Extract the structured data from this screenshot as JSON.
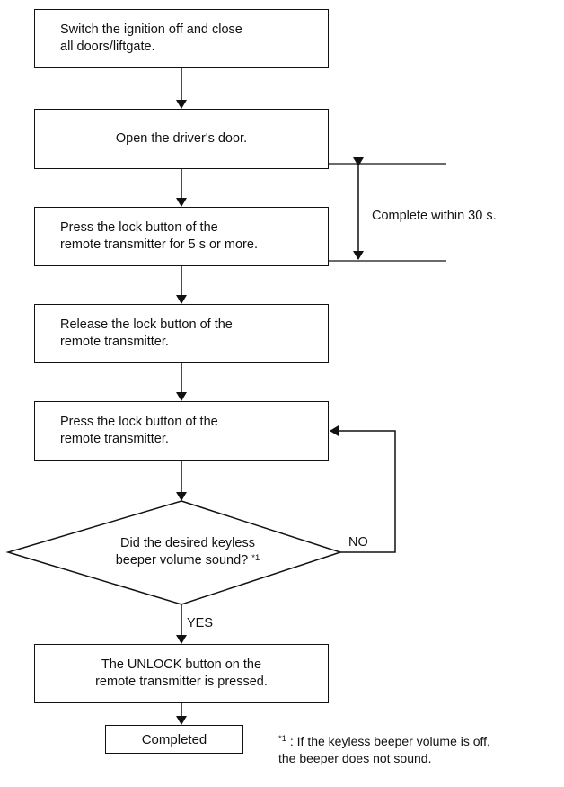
{
  "steps": {
    "step1": "Switch the ignition off and close\nall doors/liftgate.",
    "step2": "Open the driver's door.",
    "step3": "Press the lock button of the\nremote transmitter for 5 s or more.",
    "step4": "Release the lock button of the\nremote transmitter.",
    "step5": "Press the lock button of the\nremote transmitter.",
    "step6": "The UNLOCK button on the\nremote transmitter is pressed.",
    "end": "Completed"
  },
  "decision": {
    "question": "Did the desired keyless\nbeeper volume sound?",
    "footnote_mark": "*1",
    "no_label": "NO",
    "yes_label": "YES"
  },
  "timing": {
    "label": "Complete within 30 s."
  },
  "footnote": {
    "mark": "*1",
    "text": " : If the keyless beeper volume is off,\nthe beeper does not sound."
  }
}
